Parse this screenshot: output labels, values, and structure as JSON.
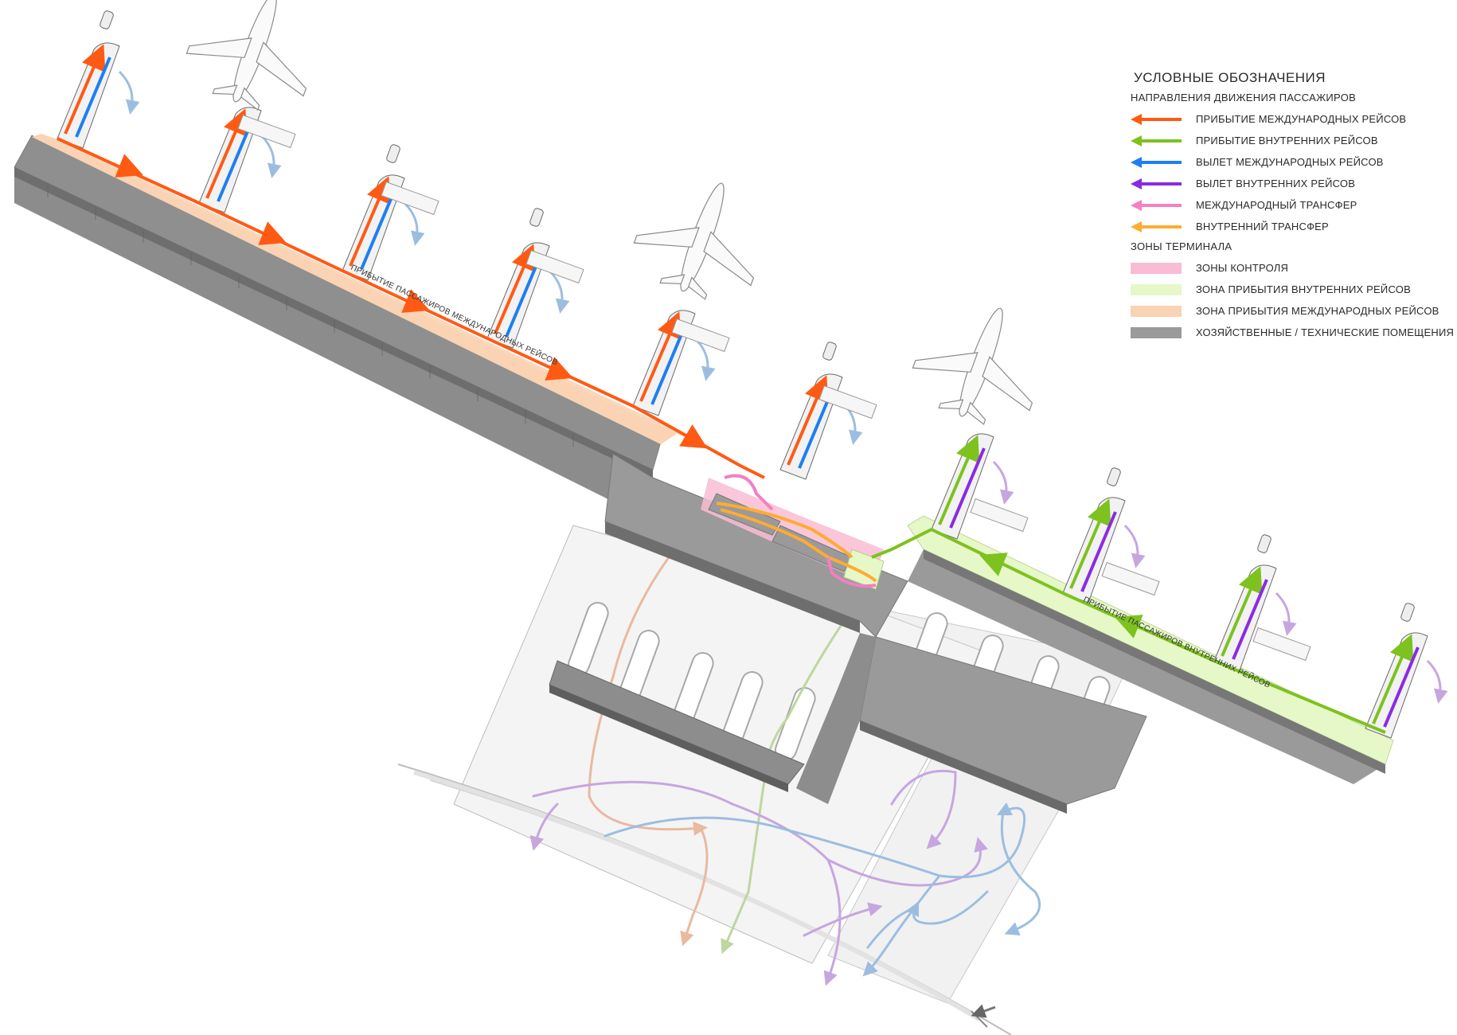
{
  "legend": {
    "title": "УСЛОВНЫЕ ОБОЗНАЧЕНИЯ",
    "flows_heading": "НАПРАВЛЕНИЯ ДВИЖЕНИЯ ПАССАЖИРОВ",
    "flows": [
      {
        "label": "ПРИБЫТИЕ МЕЖДУНАРОДНЫХ РЕЙСОВ",
        "color": "#ff5a14"
      },
      {
        "label": "ПРИБЫТИЕ ВНУТРЕННИХ РЕЙСОВ",
        "color": "#7dc21e"
      },
      {
        "label": "ВЫЛЕТ МЕЖДУНАРОДНЫХ РЕЙСОВ",
        "color": "#1e7ff0"
      },
      {
        "label": "ВЫЛЕТ ВНУТРЕННИХ РЕЙСОВ",
        "color": "#8a2be2"
      },
      {
        "label": "МЕЖДУНАРОДНЫЙ ТРАНСФЕР",
        "color": "#f47fc1"
      },
      {
        "label": "ВНУТРЕННИЙ ТРАНСФЕР",
        "color": "#ffac30"
      }
    ],
    "zones_heading": "ЗОНЫ ТЕРМИНАЛА",
    "zones": [
      {
        "label": "ЗОНЫ КОНТРОЛЯ",
        "color": "#f8bcd4"
      },
      {
        "label": "ЗОНА ПРИБЫТИЯ ВНУТРЕННИХ РЕЙСОВ",
        "color": "#e6f7c8"
      },
      {
        "label": "ЗОНА ПРИБЫТИЯ МЕЖДУНАРОДНЫХ РЕЙСОВ",
        "color": "#f9d3b4"
      },
      {
        "label": "ХОЗЯЙСТВЕННЫЕ / ТЕХНИЧЕСКИЕ ПОМЕЩЕНИЯ",
        "color": "#9a9a9a"
      }
    ]
  },
  "corridor_labels": {
    "international": "ПРИБЫТИЕ ПАССАЖИРОВ МЕЖДУНАРОДНЫХ РЕЙСОВ",
    "domestic": "ПРИБЫТИЕ ПАССАЖИРОВ ВНУТРЕННИХ РЕЙСОВ"
  }
}
